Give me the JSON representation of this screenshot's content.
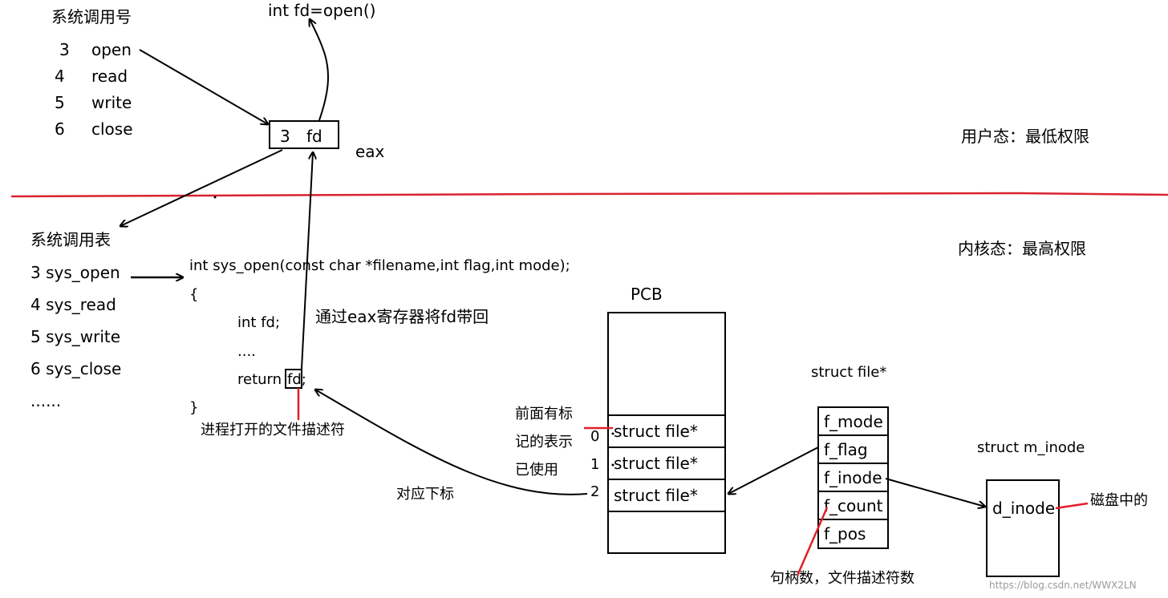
{
  "user": {
    "syscall_no_title": "系统调用号",
    "calls": [
      {
        "no": "3",
        "name": "open"
      },
      {
        "no": "4",
        "name": "read"
      },
      {
        "no": "5",
        "name": "write"
      },
      {
        "no": "6",
        "name": "close"
      }
    ],
    "open_call": "int fd=open()",
    "eax_no": "3",
    "eax_fd": "fd",
    "eax_label": "eax",
    "mode_label": "用户态：最低权限"
  },
  "kernel": {
    "mode_label": "内核态：最高权限",
    "table_title": "系统调用表",
    "table_items": [
      "3 sys_open",
      "4 sys_read",
      "5 sys_write",
      "6 sys_close",
      "......"
    ],
    "code": {
      "signature": "int sys_open(const char *filename,int flag,int mode);",
      "open_brace": "{",
      "decl": "int fd;",
      "dots": "....",
      "ret_kw": "return",
      "ret_val": "fd;",
      "close_brace": "}"
    },
    "eax_note": "通过eax寄存器将fd带回",
    "fd_note": "进程打开的文件描述符",
    "index_note": "对应下标",
    "used_note": [
      "前面有标",
      "记的表示",
      "已使用"
    ],
    "pcb": {
      "title": "PCB",
      "slots": [
        "struct file*",
        "struct file*",
        "struct file*"
      ],
      "indices": [
        "0",
        "1",
        "2"
      ]
    },
    "file_struct": {
      "title": "struct file*",
      "fields": [
        "f_mode",
        "f_flag",
        "f_inode",
        "f_count",
        "f_pos"
      ]
    },
    "count_note": "句柄数，文件描述符数",
    "inode": {
      "title": "struct m_inode",
      "field": "d_inode",
      "note": "磁盘中的"
    },
    "watermark": "https://blog.csdn.net/WWX2LN"
  },
  "colors": {
    "divider": "#d9232f",
    "marker": "#e0202a",
    "ink": "#000000"
  }
}
